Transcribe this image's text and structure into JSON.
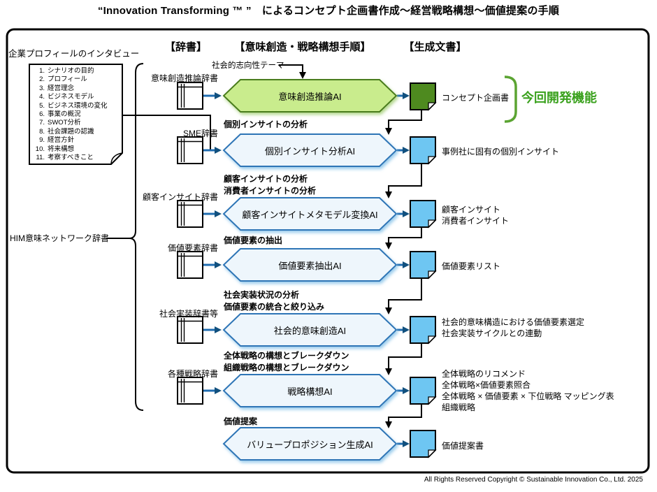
{
  "title": "“Innovation Transforming ™ ”　によるコンセプト企画書作成～経営戦略構想～価値提案の手順",
  "columns": {
    "dictionary": "【辞書】",
    "process": "【意味創造・戦略構想手順】",
    "output": "【生成文書】"
  },
  "interview": {
    "title": "企業プロフィールのインタビュー",
    "items": [
      {
        "num": "1.",
        "text": "シナリオの目的"
      },
      {
        "num": "2.",
        "text": "プロフィール"
      },
      {
        "num": "3.",
        "text": "経営理念"
      },
      {
        "num": "4.",
        "text": "ビジネスモデル"
      },
      {
        "num": "5.",
        "text": "ビジネス環境の変化"
      },
      {
        "num": "6.",
        "text": "事業の概況"
      },
      {
        "num": "7.",
        "text": "SWOT分析"
      },
      {
        "num": "8.",
        "text": "社会課題の認識"
      },
      {
        "num": "9.",
        "text": "経営方針"
      },
      {
        "num": "10.",
        "text": "将来構想"
      },
      {
        "num": "11.",
        "text": "考察すべきこと"
      }
    ]
  },
  "him_label": "HIM意味ネットワーク辞書",
  "rows": [
    {
      "input_label": "社会的志向性テーマ",
      "dict": "意味創造推論辞書",
      "process": "意味創造推論AI",
      "outputs": [
        "コンセプト企画書"
      ],
      "annotation": "今回開発機能"
    },
    {
      "dict": "SME辞書",
      "headings": [
        "個別インサイトの分析"
      ],
      "process": "個別インサイト分析AI",
      "outputs": [
        "事例社に固有の個別インサイト"
      ]
    },
    {
      "dict": "顧客インサイト辞書",
      "headings": [
        "顧客インサイトの分析",
        "消費者インサイトの分析"
      ],
      "process": "顧客インサイトメタモデル変換AI",
      "outputs": [
        "顧客インサイト",
        "消費者インサイト"
      ]
    },
    {
      "dict": "価値要素辞書",
      "headings": [
        "価値要素の抽出"
      ],
      "process": "価値要素抽出AI",
      "outputs": [
        "価値要素リスト"
      ]
    },
    {
      "dict": "社会実装辞書等",
      "headings": [
        "社会実装状況の分析",
        "価値要素の統合と絞り込み"
      ],
      "process": "社会的意味創造AI",
      "outputs": [
        "社会的意味構造における価値要素選定",
        "社会実装サイクルとの連動"
      ]
    },
    {
      "dict": "各種戦略辞書",
      "headings": [
        "全体戦略の構想とブレークダウン",
        "組織戦略の構想とブレークダウン"
      ],
      "process": "戦略構想AI",
      "outputs": [
        "全体戦略のリコメンド",
        "全体戦略×価値要素照合",
        "全体戦略 × 価値要素 × 下位戦略 マッピング表",
        "組織戦略"
      ]
    },
    {
      "headings": [
        "価値提案"
      ],
      "process": "バリュープロポジション生成AI",
      "outputs": [
        "価値提案書"
      ]
    }
  ],
  "footer": "All Rights Reserved Copyright © Sustainable Innovation  Co., Ltd. 2025",
  "colors": {
    "green_hex": "#c9ec8d",
    "green_hex_border": "#4a7c1f",
    "blue_hex": "#eef6fc",
    "blue_hex_border": "#2e75b6",
    "doc_green": "#4e8a1f",
    "doc_blue": "#6ec6f2",
    "arrow_blue": "#1f6cb0",
    "arrow_blue_head": "#11507e",
    "accent_green": "#3aa11d",
    "bracket_green": "#5ba432"
  }
}
